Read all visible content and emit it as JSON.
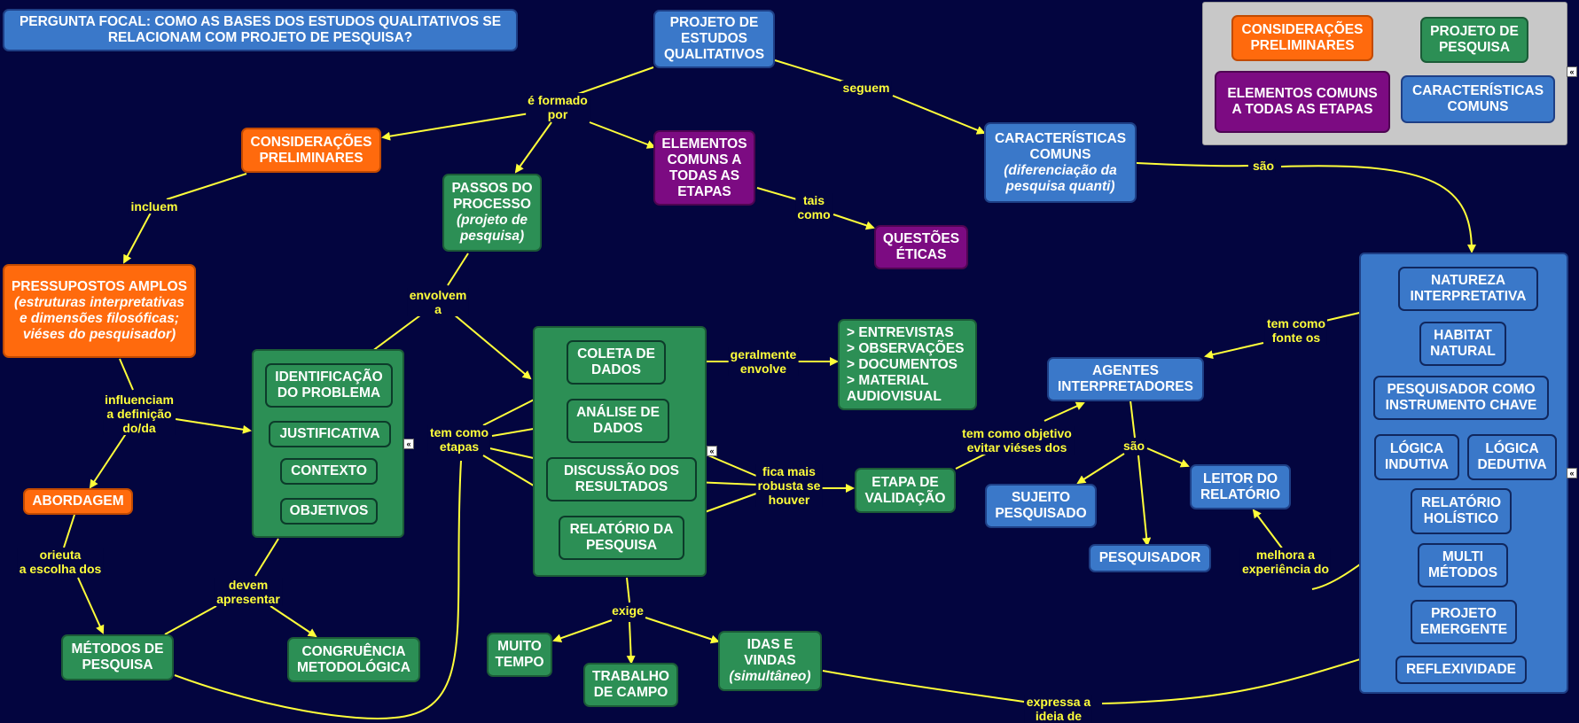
{
  "colors": {
    "background": "#03053f",
    "blue": "#3a78c9",
    "green": "#2c8f55",
    "orange": "#ff6a0d",
    "purple": "#7c0b82",
    "link": "#ffff3a",
    "legend_bg": "#c8c8c8"
  },
  "focal_question": "PERGUNTA FOCAL: COMO AS BASES DOS ESTUDOS QUALITATIVOS SE RELACIONAM COM PROJETO DE PESQUISA?",
  "legend": {
    "preliminares": "CONSIDERAÇÕES PRELIMINARES",
    "projeto": "PROJETO DE PESQUISA",
    "elementos": "ELEMENTOS COMUNS A TODAS AS ETAPAS",
    "caracteristicas": "CARACTERÍSTICAS COMUNS"
  },
  "nodes": {
    "projeto_estudos": "PROJETO DE ESTUDOS QUALITATIVOS",
    "consideracoes": "CONSIDERAÇÕES PRELIMINARES",
    "pressupostos": "PRESSUPOSTOS AMPLOS",
    "pressupostos_it": "(estruturas interpretativas e dimensões filosóficas; viéses do pesquisador)",
    "abordagem": "ABORDAGEM",
    "metodos": "MÉTODOS DE PESQUISA",
    "congruencia": "CONGRUÊNCIA METODOLÓGICA",
    "passos": "PASSOS DO PROCESSO",
    "passos_it": "(projeto de pesquisa)",
    "identificacao": "IDENTIFICAÇÃO DO PROBLEMA",
    "justificativa": "JUSTIFICATIVA",
    "contexto": "CONTEXTO",
    "objetivos": "OBJETIVOS",
    "elementos": "ELEMENTOS COMUNS A TODAS AS ETAPAS",
    "questoes": "QUESTÕES ÉTICAS",
    "coleta": "COLETA DE DADOS",
    "analise": "ANÁLISE DE DADOS",
    "discussao": "DISCUSSÃO DOS RESULTADOS",
    "relatorio_pesquisa": "RELATÓRIO DA PESQUISA",
    "entrevistas": "> ENTREVISTAS",
    "observacoes": "> OBSERVAÇÕES",
    "documentos": "> DOCUMENTOS",
    "material": "> MATERIAL AUDIOVISUAL",
    "muito_tempo": "MUITO TEMPO",
    "trabalho_campo": "TRABALHO DE CAMPO",
    "idas_vindas": "IDAS E VINDAS",
    "idas_vindas_it": "(simultâneo)",
    "etapa_validacao": "ETAPA DE VALIDAÇÃO",
    "caracteristicas": "CARACTERÍSTICAS COMUNS",
    "caracteristicas_it": "(diferenciação da pesquisa quanti)",
    "agentes": "AGENTES INTERPRETADORES",
    "sujeito": "SUJEITO PESQUISADO",
    "leitor": "LEITOR DO RELATÓRIO",
    "pesquisador": "PESQUISADOR",
    "natureza": "NATUREZA INTERPRETATIVA",
    "habitat": "HABITAT NATURAL",
    "instrumento": "PESQUISADOR COMO INSTRUMENTO CHAVE",
    "indutiva": "LÓGICA INDUTIVA",
    "dedutiva": "LÓGICA DEDUTIVA",
    "holistico": "RELATÓRIO HOLÍSTICO",
    "multi": "MULTI MÉTODOS",
    "emergente": "PROJETO EMERGENTE",
    "reflexividade": "REFLEXIVIDADE"
  },
  "links": {
    "formado": "é formado\npor",
    "seguem": "seguem",
    "incluem": "incluem",
    "influenciam": "influenciam\na definição\ndo/da",
    "orienta": "orieuta\na escolha dos",
    "devem": "devem\napresentar",
    "envolvem": "envolvem\na",
    "tais_como": "tais\ncomo",
    "etapas": "tem como\netapas",
    "geralmente": "geralmente\nenvolve",
    "fica_mais": "fica mais\nrobusta se\nhouver",
    "exige": "exige",
    "objetivo": "tem como objetivo\nevitar viéses dos",
    "sao": "são",
    "sao2": "são",
    "fonte": "tem como\nfonte os",
    "melhora": "melhora a\nexperiência do",
    "expressa": "expressa a\nideia de"
  }
}
